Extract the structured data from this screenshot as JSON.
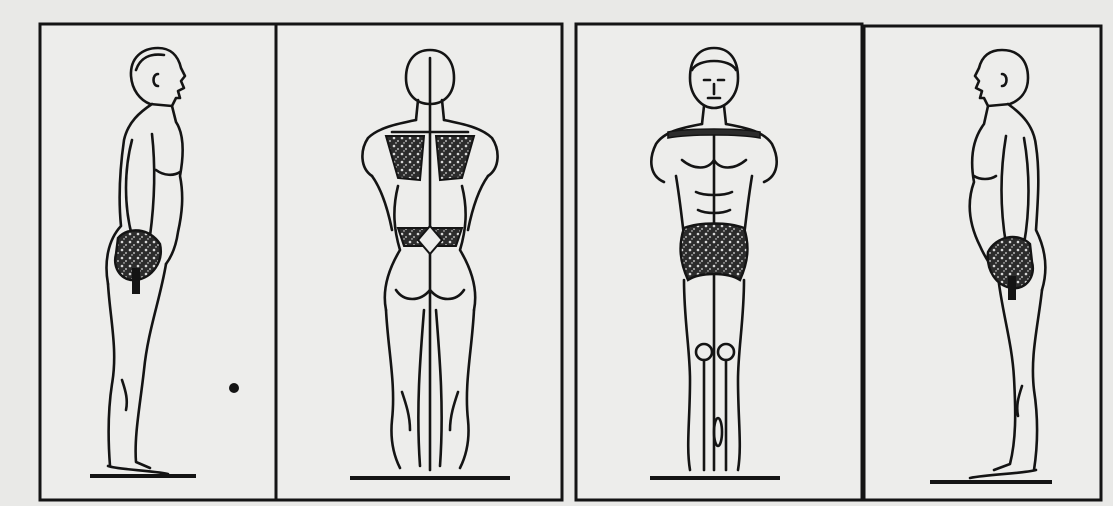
{
  "figure": {
    "panels": [
      {
        "view": "left-side"
      },
      {
        "view": "back"
      },
      {
        "view": "front"
      },
      {
        "view": "right-side"
      }
    ],
    "colors": {
      "paper": "#e9e9e7",
      "panel": "#ededeb",
      "ink": "#141414",
      "shading": "#2c2c2c"
    }
  }
}
